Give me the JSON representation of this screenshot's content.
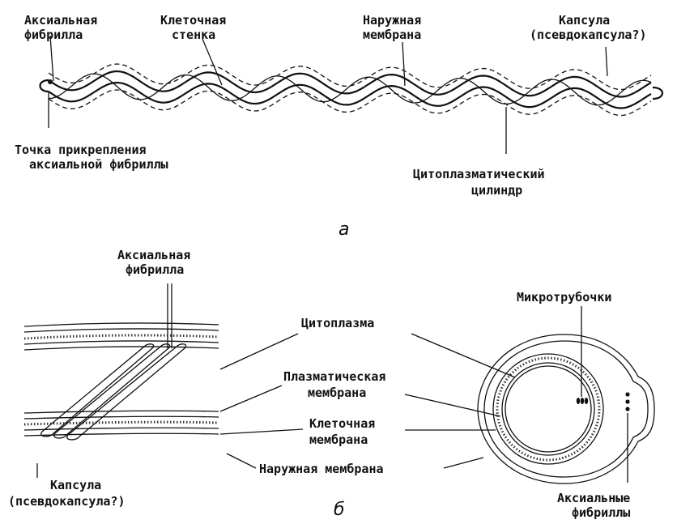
{
  "part_a": {
    "axial_fibril": [
      "Аксиальная",
      "фибрилла"
    ],
    "cell_wall": [
      "Клеточная",
      "стенка"
    ],
    "outer_membrane": [
      "Наружная",
      "мембрана"
    ],
    "capsule": [
      "Капсула",
      "(псевдокапсула?)"
    ],
    "attachment_point": [
      "Точка прикрепления",
      "аксиальной фибриллы"
    ],
    "cytoplasmic_cylinder": [
      "Цитоплазматический",
      "цилиндр"
    ],
    "caption": "а"
  },
  "part_b": {
    "axial_fibril": [
      "Аксиальная",
      "фибрилла"
    ],
    "cytoplasm": "Цитоплазма",
    "plasma_membrane": [
      "Плазматическая",
      "мембрана"
    ],
    "cell_membrane": [
      "Клеточная",
      "мембрана"
    ],
    "outer_membrane": "Наружная мембрана",
    "capsule": [
      "Капсула",
      "(псевдокапсула?)"
    ],
    "microtubules": "Микротрубочки",
    "axial_fibrils": [
      "Аксиальные",
      "фибриллы"
    ],
    "caption": "б"
  }
}
